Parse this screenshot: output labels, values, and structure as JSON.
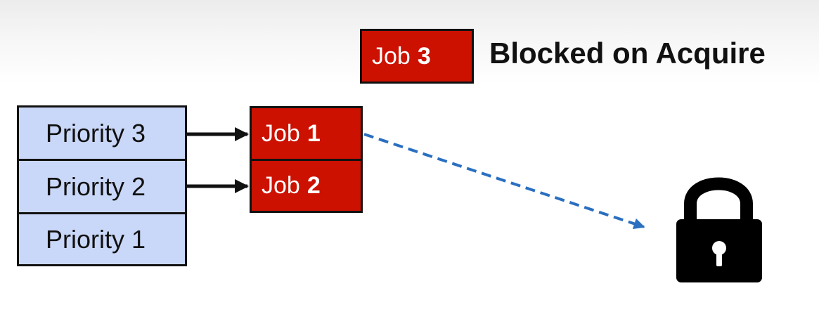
{
  "waiting_job": {
    "label": "Job",
    "number": "3"
  },
  "status_text": "Blocked on Acquire",
  "priorities": [
    {
      "label": "Priority 3"
    },
    {
      "label": "Priority 2"
    },
    {
      "label": "Priority 1"
    }
  ],
  "queued_jobs": [
    {
      "label": "Job",
      "number": "1"
    },
    {
      "label": "Job",
      "number": "2"
    }
  ],
  "colors": {
    "job_fill": "#cc1100",
    "priority_fill": "#c9d7f8",
    "dashed_arrow": "#2a6fc0",
    "lock": "#000000"
  },
  "icons": {
    "lock": "padlock-icon"
  }
}
